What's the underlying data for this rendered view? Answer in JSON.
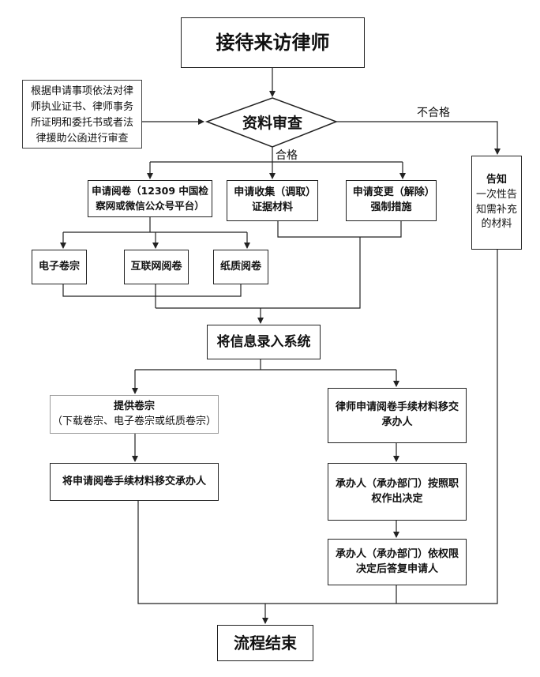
{
  "nodes": {
    "start": "接待来访律师",
    "review_note": "根据申请事项依法对律师执业证书、律师事务所证明和委托书或者法律援助公函进行审查",
    "review": "资料审查",
    "fail_label": "不合格",
    "pass_label": "合格",
    "notify_title": "告知",
    "notify_body": "一次性告知需补充的材料",
    "apply_read": "申请阅卷（12309 中国检察网或微信公众号平台）",
    "apply_collect": "申请收集（调取）证据材料",
    "apply_change": "申请变更（解除）强制措施",
    "e_file": "电子卷宗",
    "online_read": "互联网阅卷",
    "paper_read": "纸质阅卷",
    "enter_system": "将信息录入系统",
    "provide_title": "提供卷宗",
    "provide_sub": "（下载卷宗、电子卷宗或纸质卷宗）",
    "transfer_left": "将申请阅卷手续材料移交承办人",
    "transfer_right": "律师申请阅卷手续材料移交承办人",
    "decide": "承办人（承办部门）按照职权作出决定",
    "reply": "承办人（承办部门）依权限决定后答复申请人",
    "end": "流程结束"
  }
}
